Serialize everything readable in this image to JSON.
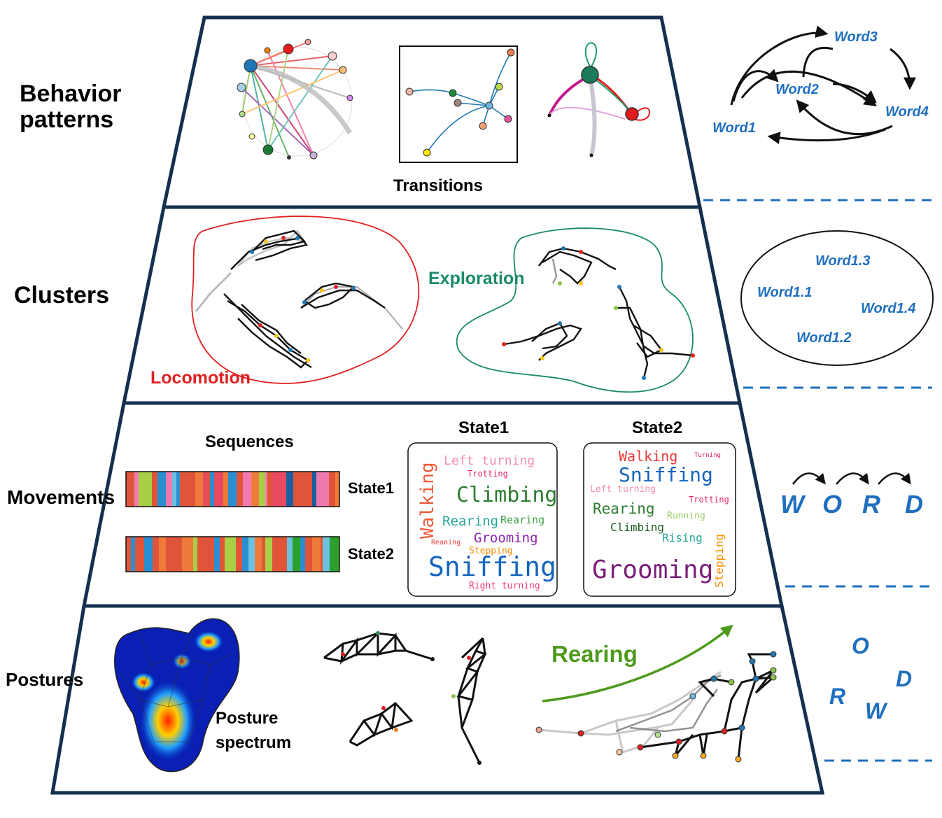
{
  "levels": {
    "behavior": "Behavior\npatterns",
    "clusters": "Clusters",
    "movements": "Movements",
    "postures": "Postures"
  },
  "behavior_panel": {
    "transitions_label": "Transitions",
    "words": [
      "Word1",
      "Word2",
      "Word3",
      "Word4"
    ]
  },
  "clusters_panel": {
    "locomotion": "Locomotion",
    "exploration": "Exploration",
    "subwords": [
      "Word1.3",
      "Word1.1",
      "Word1.4",
      "Word1.2"
    ]
  },
  "movements_panel": {
    "sequences_label": "Sequences",
    "row_labels": [
      "State1",
      "State2"
    ],
    "state1_title": "State1",
    "state2_title": "State2",
    "word_letters": [
      "W",
      "O",
      "R",
      "D"
    ],
    "state1_cloud": [
      "Left turning",
      "Trotting",
      "Walking",
      "Climbing",
      "Rearing",
      "Rearing",
      "Reaning",
      "Grooming",
      "Stepping",
      "Sniffing",
      "Right turning"
    ],
    "state2_cloud": [
      "Walking",
      "Turning",
      "Sniffing",
      "Left turning",
      "Trotting",
      "Rearing",
      "Running",
      "Climbing",
      "Rising",
      "Stepping",
      "Grooming"
    ]
  },
  "postures_panel": {
    "spectrum_label": "Posture\nspectrum",
    "rearing": "Rearing",
    "scattered_letters": [
      "O",
      "D",
      "R",
      "W"
    ]
  },
  "colors": {
    "frame": "#15304f",
    "blue_word": "#1f6fbf",
    "locomotion_red": "#e02020",
    "exploration_green": "#1a8a6a",
    "rearing_green": "#4e9a1c"
  }
}
